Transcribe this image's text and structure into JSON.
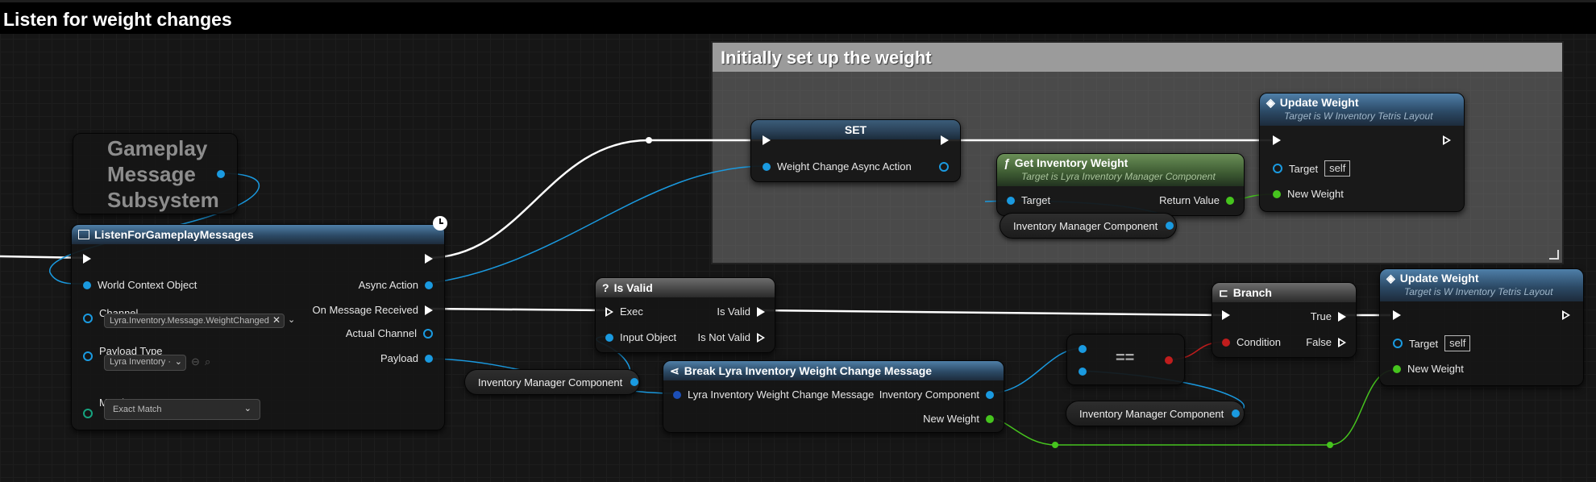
{
  "graph_title": "Listen for weight changes",
  "comment": {
    "title": "Initially set up the weight"
  },
  "colors": {
    "exec": "#ffffff",
    "object": "#1a9ae0",
    "float": "#46c41e",
    "bool": "#c01d1d"
  },
  "gameplay_node": {
    "line1": "Gameplay",
    "line2": "Message",
    "line3": "Subsystem"
  },
  "listen_node": {
    "title": "ListenForGameplayMessages",
    "icon": "function-icon",
    "world_context": "World Context Object",
    "async_action": "Async Action",
    "channel_label": "Channel",
    "channel_value": "Lyra.Inventory.Message.WeightChanged",
    "on_message": "On Message Received",
    "actual_channel": "Actual Channel",
    "payload_type_label": "Payload Type",
    "payload_type_value": "Lyra Inventory ·",
    "payload": "Payload",
    "match_type_label": "Match Type",
    "match_type_value": "Exact Match"
  },
  "set_node": {
    "title": "SET",
    "pin": "Weight Change Async Action"
  },
  "get_weight_node": {
    "title": "Get Inventory Weight",
    "subtitle": "Target is Lyra Inventory Manager Component",
    "target": "Target",
    "return_value": "Return Value"
  },
  "inv_var_1": "Inventory Manager Component",
  "update_weight_1": {
    "title": "Update Weight",
    "subtitle": "Target is W Inventory Tetris Layout",
    "target": "Target",
    "self": "self",
    "new_weight": "New Weight"
  },
  "is_valid_node": {
    "title": "Is Valid",
    "exec": "Exec",
    "is_valid": "Is Valid",
    "input_object": "Input Object",
    "is_not_valid": "Is Not Valid"
  },
  "inv_var_2": "Inventory Manager Component",
  "break_node": {
    "title": "Break Lyra Inventory Weight Change Message",
    "input": "Lyra Inventory Weight Change Message",
    "inventory_component": "Inventory Component",
    "new_weight": "New Weight"
  },
  "equals_node": {
    "symbol": "=="
  },
  "inv_var_3": "Inventory Manager Component",
  "branch_node": {
    "title": "Branch",
    "condition": "Condition",
    "true_label": "True",
    "false_label": "False"
  },
  "update_weight_2": {
    "title": "Update Weight",
    "subtitle": "Target is W Inventory Tetris Layout",
    "target": "Target",
    "self": "self",
    "new_weight": "New Weight"
  }
}
